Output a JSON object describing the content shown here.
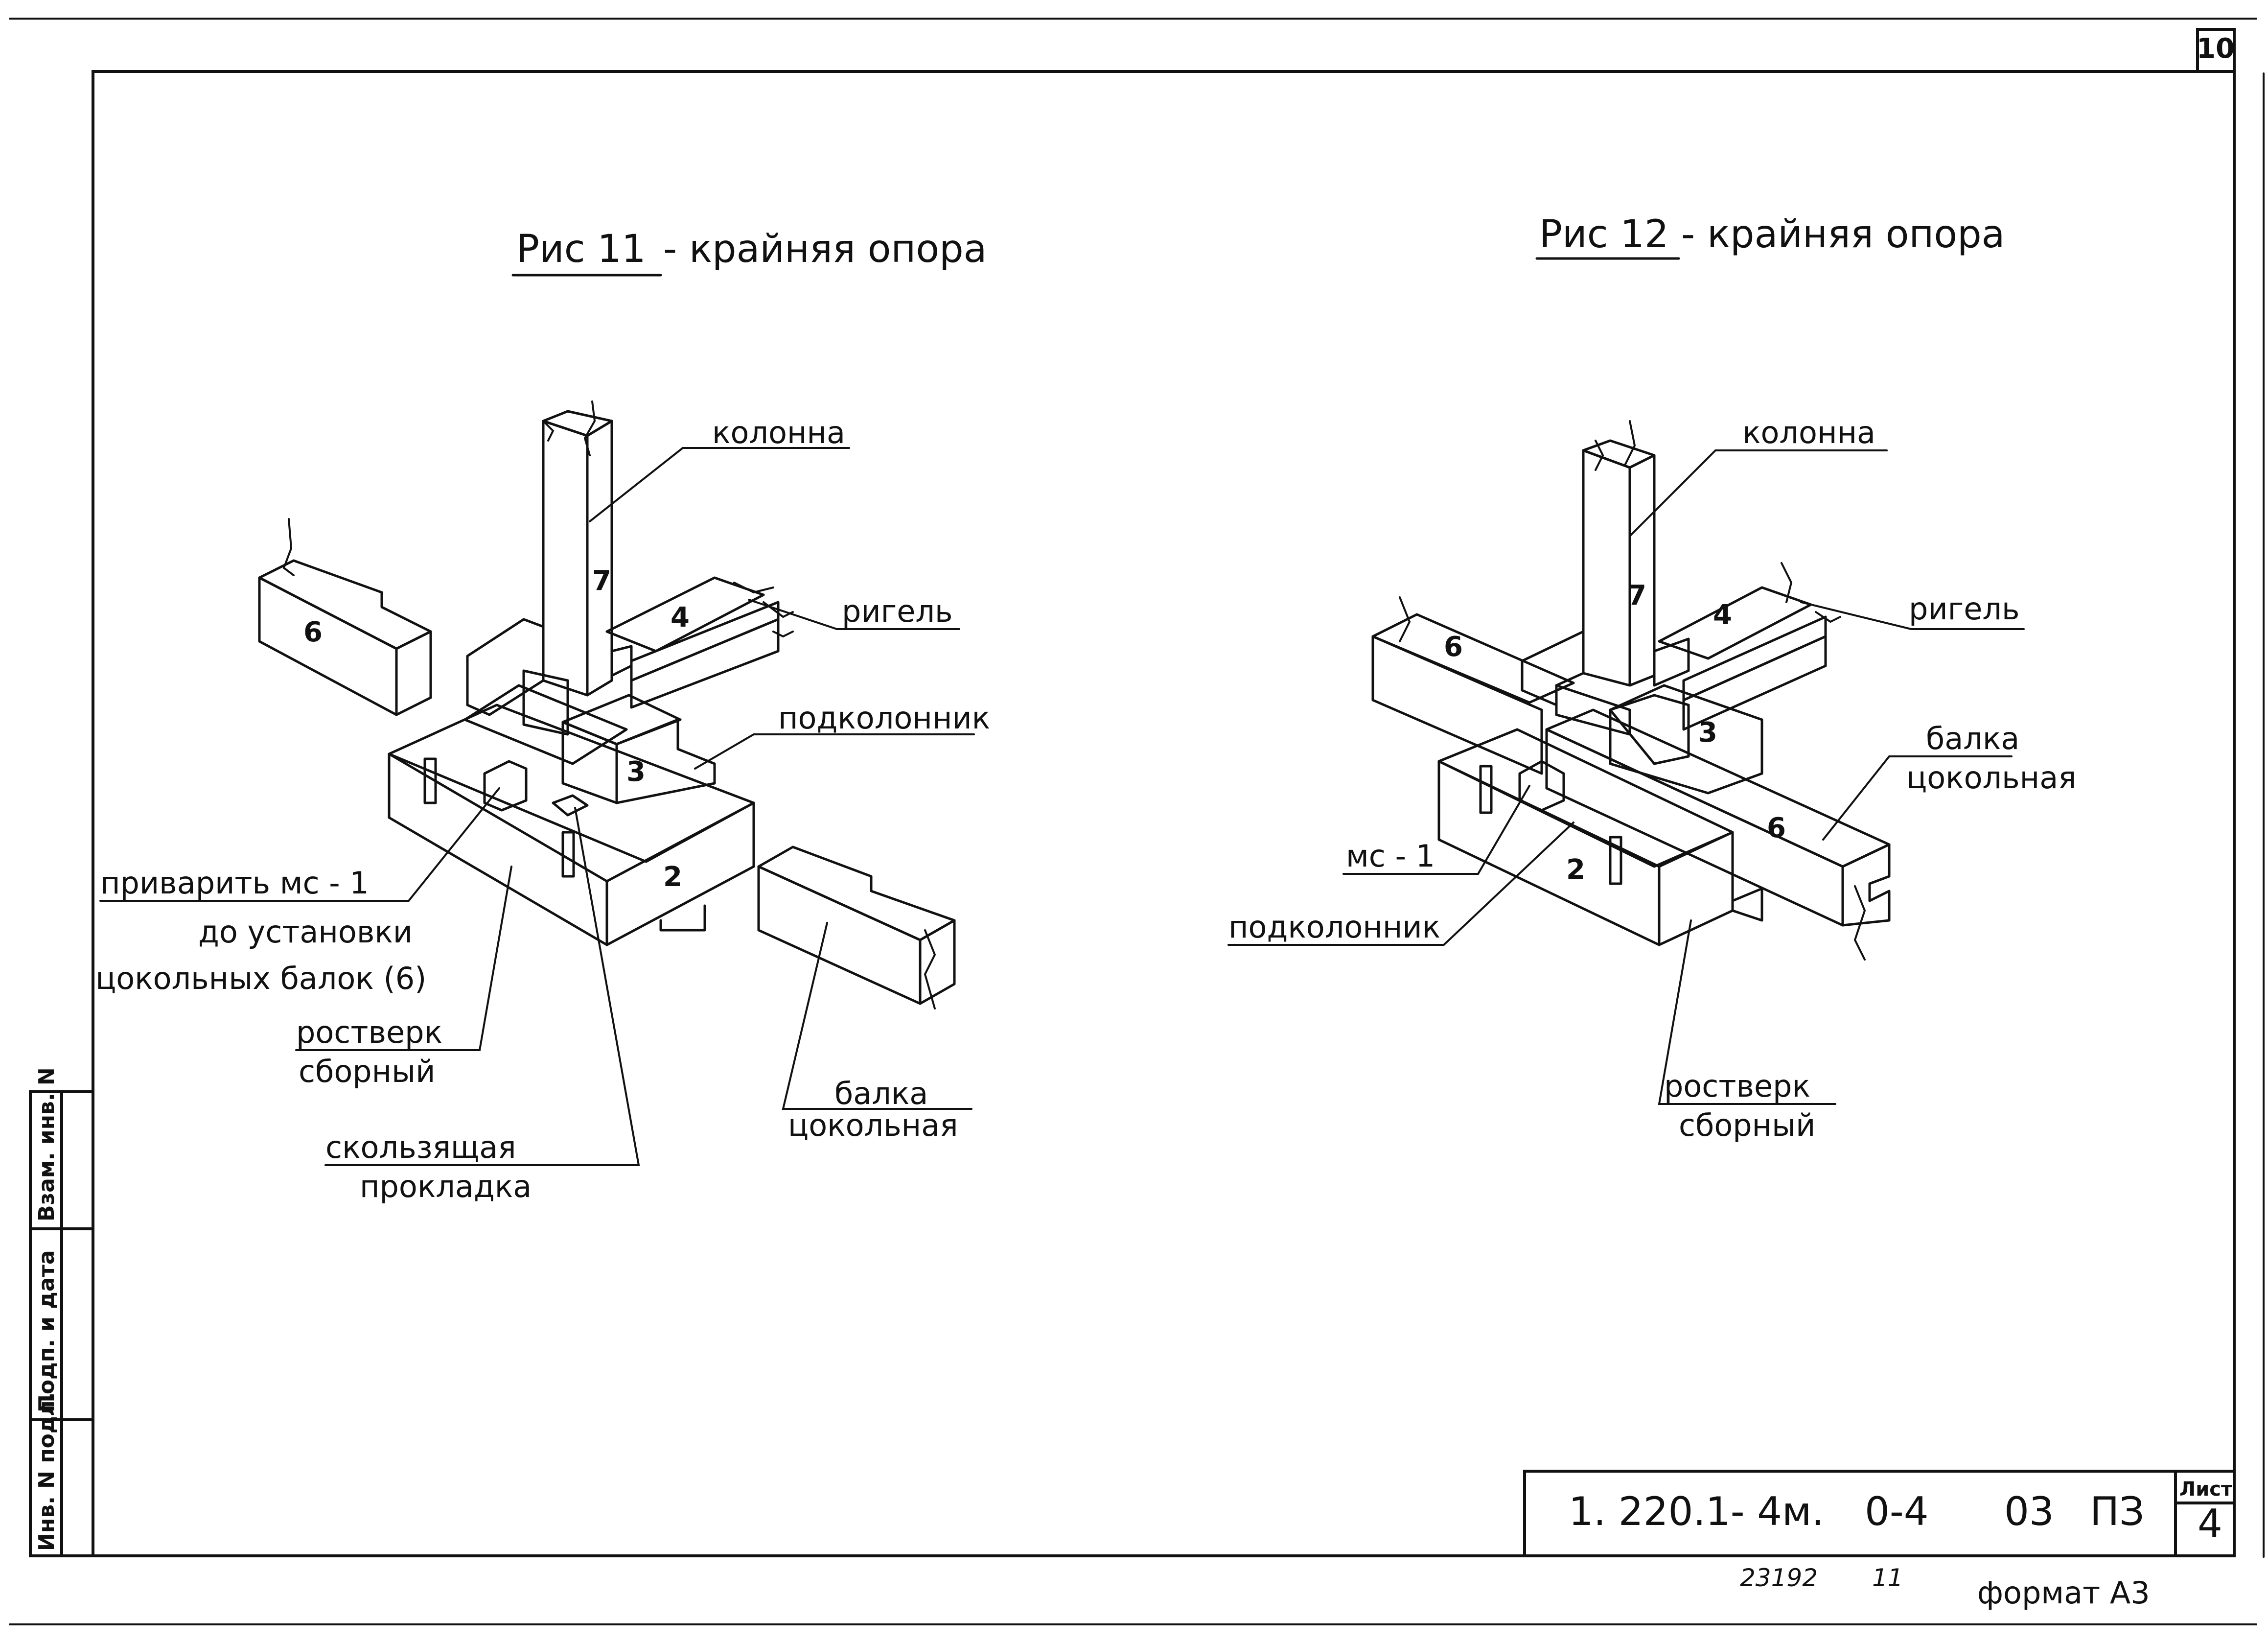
{
  "sheet_corner_number": "10",
  "figure_left": {
    "title_ref": "Рис 11",
    "title_rest": "- крайняя опора",
    "labels": {
      "column": "колонна",
      "crossbar": "ригель",
      "subcolumn": "подколонник",
      "weld_line1": "приварить мс - 1",
      "weld_line2": "до установки",
      "weld_line3": "цокольных балок (6)",
      "grillage_line1": "ростверк",
      "grillage_line2": "сборный",
      "sliding_line1": "скользящая",
      "sliding_line2": "прокладка",
      "plinth_line1": "балка",
      "plinth_line2": "цокольная"
    },
    "part_numbers": {
      "p7": "7",
      "p4": "4",
      "p6": "6",
      "p3": "3",
      "p2": "2"
    }
  },
  "figure_right": {
    "title_ref": "Рис 12",
    "title_rest": "- крайняя опора",
    "labels": {
      "column": "колонна",
      "crossbar": "ригель",
      "plinth_line1": "балка",
      "plinth_line2": "цокольная",
      "mc": "мс - 1",
      "subcolumn": "подколонник",
      "grillage_line1": "ростверк",
      "grillage_line2": "сборный"
    },
    "part_numbers": {
      "p7": "7",
      "p4": "4",
      "p6a": "6",
      "p6b": "6",
      "p3": "3",
      "p2": "2"
    }
  },
  "side_stamp": {
    "cell1": "Взам. инв. N",
    "cell2": "Подп. и дата",
    "cell3": "Инв. N подл."
  },
  "title_block": {
    "code": "1. 220.1- 4м.",
    "sub": "0-4",
    "part": "03",
    "doc": "ПЗ",
    "sheet_label": "Лист",
    "sheet_number": "4"
  },
  "footer": {
    "archive_number": "23192",
    "archive_sub": "11",
    "format": "формат А3"
  }
}
